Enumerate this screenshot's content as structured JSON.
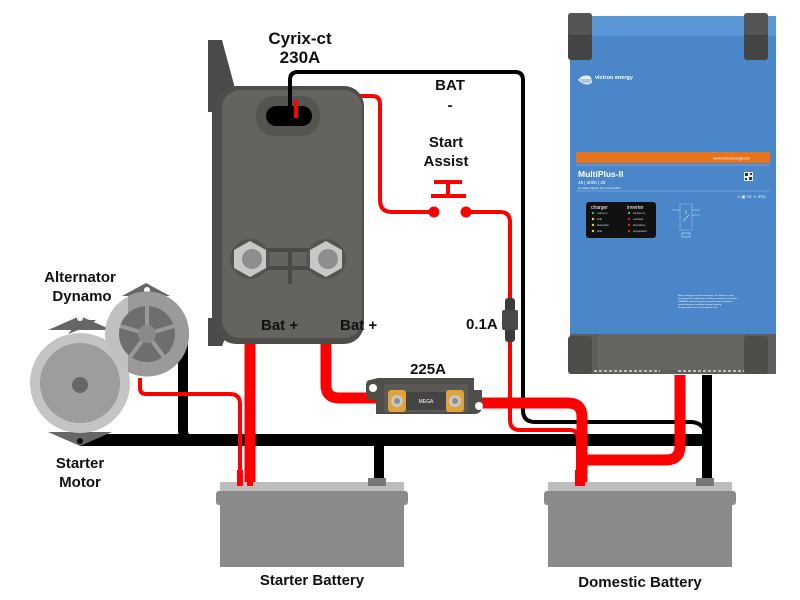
{
  "labels": {
    "cyrix_name": "Cyrix-ct",
    "cyrix_rating": "230A",
    "bat_minus_line1": "BAT",
    "bat_minus_line2": "-",
    "start_assist_line1": "Start",
    "start_assist_line2": "Assist",
    "bat_plus_left": "Bat +",
    "bat_plus_right": "Bat +",
    "inline_fuse": "0.1A",
    "mega_fuse_rating": "225A",
    "mega_fuse_body": "MEGA",
    "alternator_line1": "Alternator",
    "alternator_line2": "Dynamo",
    "starter_motor_line1": "Starter",
    "starter_motor_line2": "Motor",
    "starter_battery": "Starter Battery",
    "domestic_battery": "Domestic Battery"
  },
  "inverter": {
    "brand": "victron energy",
    "website": "www.victronenergy.com",
    "model": "MultiPlus-II",
    "spec": "48 | 3000 | 35",
    "subspec": "AC transfer capacity: 32 A  |  Inverter 230 V",
    "certs": "⚠ ▣ CE ⚠ IP21",
    "panel": {
      "charger_title": "charger",
      "inverter_title": "inverter",
      "charger_leds": [
        {
          "label": "mains on",
          "color": "#3fbf3f"
        },
        {
          "label": "bulk",
          "color": "#e8d23a"
        },
        {
          "label": "absorption",
          "color": "#e8d23a"
        },
        {
          "label": "float",
          "color": "#e8d23a"
        }
      ],
      "inverter_leds": [
        {
          "label": "inverter on",
          "color": "#3fbf3f"
        },
        {
          "label": "overload",
          "color": "#d22"
        },
        {
          "label": "low battery",
          "color": "#d22"
        },
        {
          "label": "temperature",
          "color": "#d22"
        }
      ]
    },
    "warning": "Before charging read the instructions. For indoor use only. Disconnect the supply before making or breaking the connections to the battery. WARNING: Explosive gases, prevent flames and sparks, provide adequate ventilation during charging. Charge lead acid or Li-ion batteries only."
  },
  "colors": {
    "positive_wire": "#ff0000",
    "negative_wire": "#000000",
    "inverter_blue": "#4a86c8",
    "inverter_orange": "#e8731f",
    "device_dark": "#5f5e5a",
    "battery_grey": "#8a8a8a"
  }
}
